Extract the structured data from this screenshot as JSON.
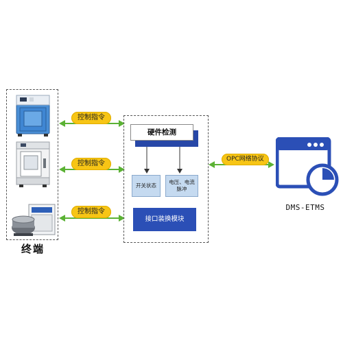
{
  "terminal": {
    "label": "终端",
    "devices": [
      {
        "icon": "climate-chamber-icon"
      },
      {
        "icon": "test-chamber-icon"
      },
      {
        "icon": "vibration-table-icon"
      }
    ]
  },
  "commands": [
    {
      "label": "控制指令"
    },
    {
      "label": "控制指令"
    },
    {
      "label": "控制指令"
    }
  ],
  "hardware": {
    "title": "硬件检测",
    "switch_state": "开关状态",
    "voltage_current_line1": "电压、电流",
    "voltage_current_line2": "脉冲",
    "interface_module": "接口装换模块"
  },
  "protocol": {
    "label": "OPC网络协议"
  },
  "dms": {
    "label": "DMS-ETMS",
    "icon": "application-window-chart-icon"
  },
  "colors": {
    "accent_blue": "#2b4fb6",
    "arrow_green": "#5bb234",
    "label_yellow": "#f7c515",
    "light_blue": "#c5daf0"
  }
}
